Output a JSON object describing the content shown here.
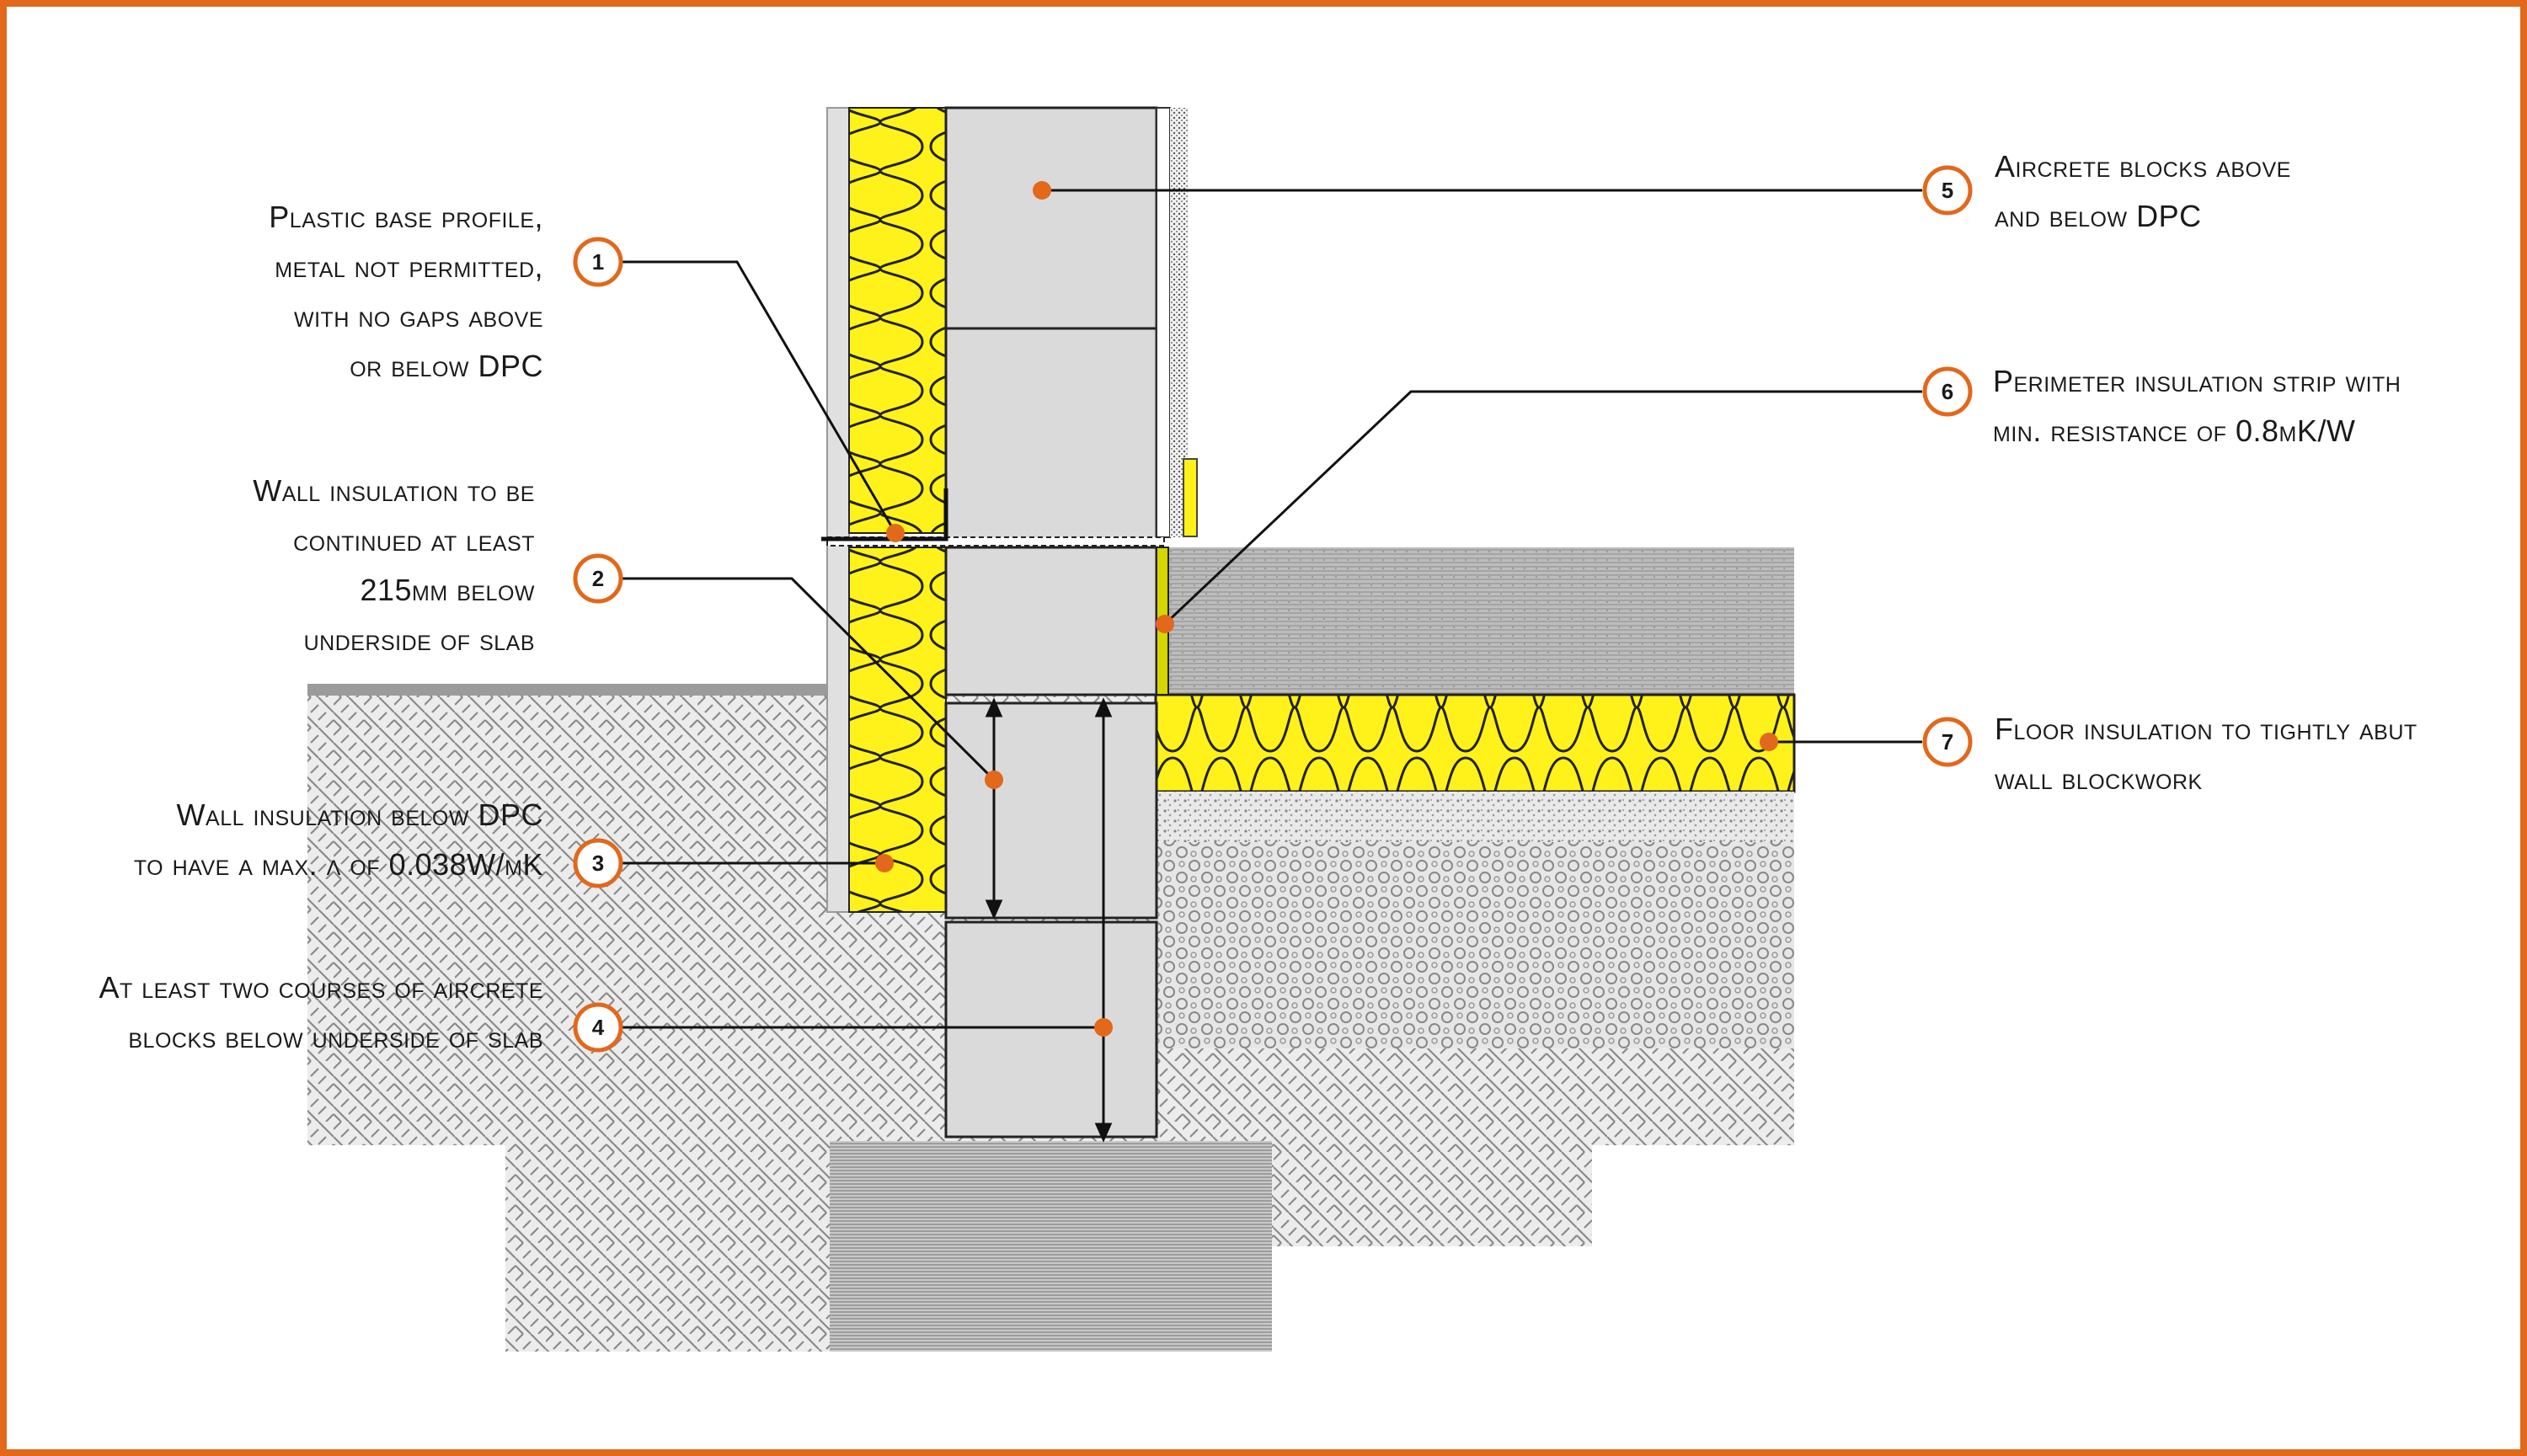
{
  "colors": {
    "frame": "#e2681b",
    "insulation": "#fff21a",
    "callout_ring": "#e2681b",
    "leader_dot": "#e2681b",
    "block": "#d9d9d9",
    "soil": "#d4d4d4"
  },
  "callouts": [
    {
      "number": "1",
      "lines": [
        "Plastic base profile,",
        "metal not permitted,",
        "with no gaps above",
        "or below DPC"
      ]
    },
    {
      "number": "2",
      "lines": [
        "Wall insulation to be",
        "continued at least",
        "215mm below",
        "underside of slab"
      ]
    },
    {
      "number": "3",
      "lines": [
        "Wall insulation below DPC",
        "to have a max. λ of 0.038W/mK"
      ]
    },
    {
      "number": "4",
      "lines": [
        "At least two courses of aircrete",
        "blocks below underside of slab"
      ]
    },
    {
      "number": "5",
      "lines": [
        "Aircrete blocks above",
        "and below DPC"
      ]
    },
    {
      "number": "6",
      "lines": [
        "Perimeter insulation strip with",
        "min. resistance of 0.8mK/W"
      ]
    },
    {
      "number": "7",
      "lines": [
        "Floor insulation to tightly abut",
        "wall blockwork"
      ]
    }
  ]
}
